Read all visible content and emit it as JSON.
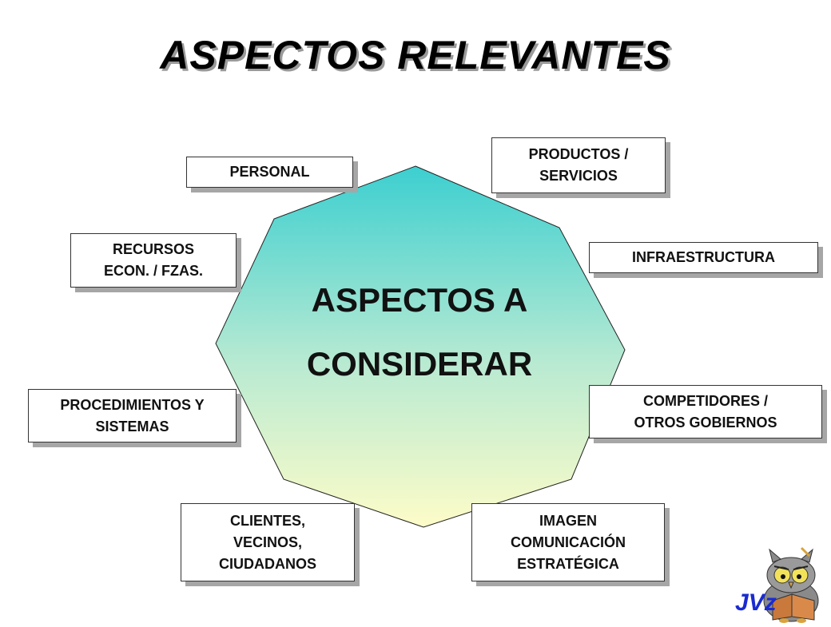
{
  "title": "ASPECTOS RELEVANTES",
  "center": {
    "line1": "ASPECTOS A",
    "line2": "CONSIDERAR"
  },
  "boxes": {
    "personal": "PERSONAL",
    "productos": "PRODUCTOS /\nSERVICIOS",
    "recursos": "RECURSOS\nECON. / FZAS.",
    "infraestructura": "INFRAESTRUCTURA",
    "procedimientos": "PROCEDIMIENTOS Y\nSISTEMAS",
    "competidores": "COMPETIDORES /\nOTROS GOBIERNOS",
    "clientes": "CLIENTES,\nVECINOS,\nCIUDADANOS",
    "imagen": "IMAGEN\nCOMUNICACIÓN\nESTRATÉGICA"
  },
  "logo": {
    "text": "JVz",
    "icon": "owl-reading-icon"
  },
  "colors": {
    "gradient_top": "#3ccfd0",
    "gradient_bottom": "#fdfcc8",
    "logo_text": "#1a2bd0"
  }
}
